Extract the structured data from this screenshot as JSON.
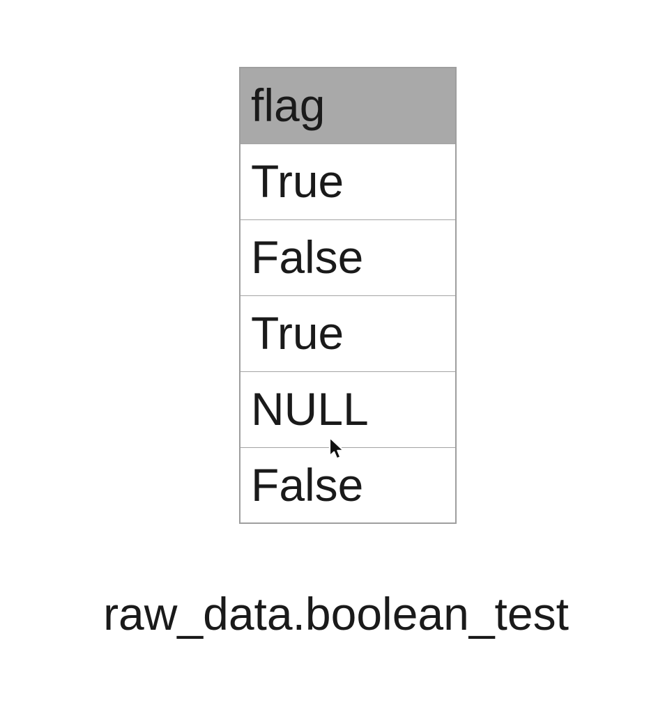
{
  "table": {
    "header": "flag",
    "rows": [
      "True",
      "False",
      "True",
      "NULL",
      "False"
    ]
  },
  "caption": "raw_data.boolean_test",
  "icons": {
    "cursor": "arrow-pointer-icon"
  },
  "colors": {
    "page_bg": "#ffffff",
    "header_bg": "#a9a9a9",
    "border": "#9e9e9e",
    "text": "#1a1a1a"
  }
}
